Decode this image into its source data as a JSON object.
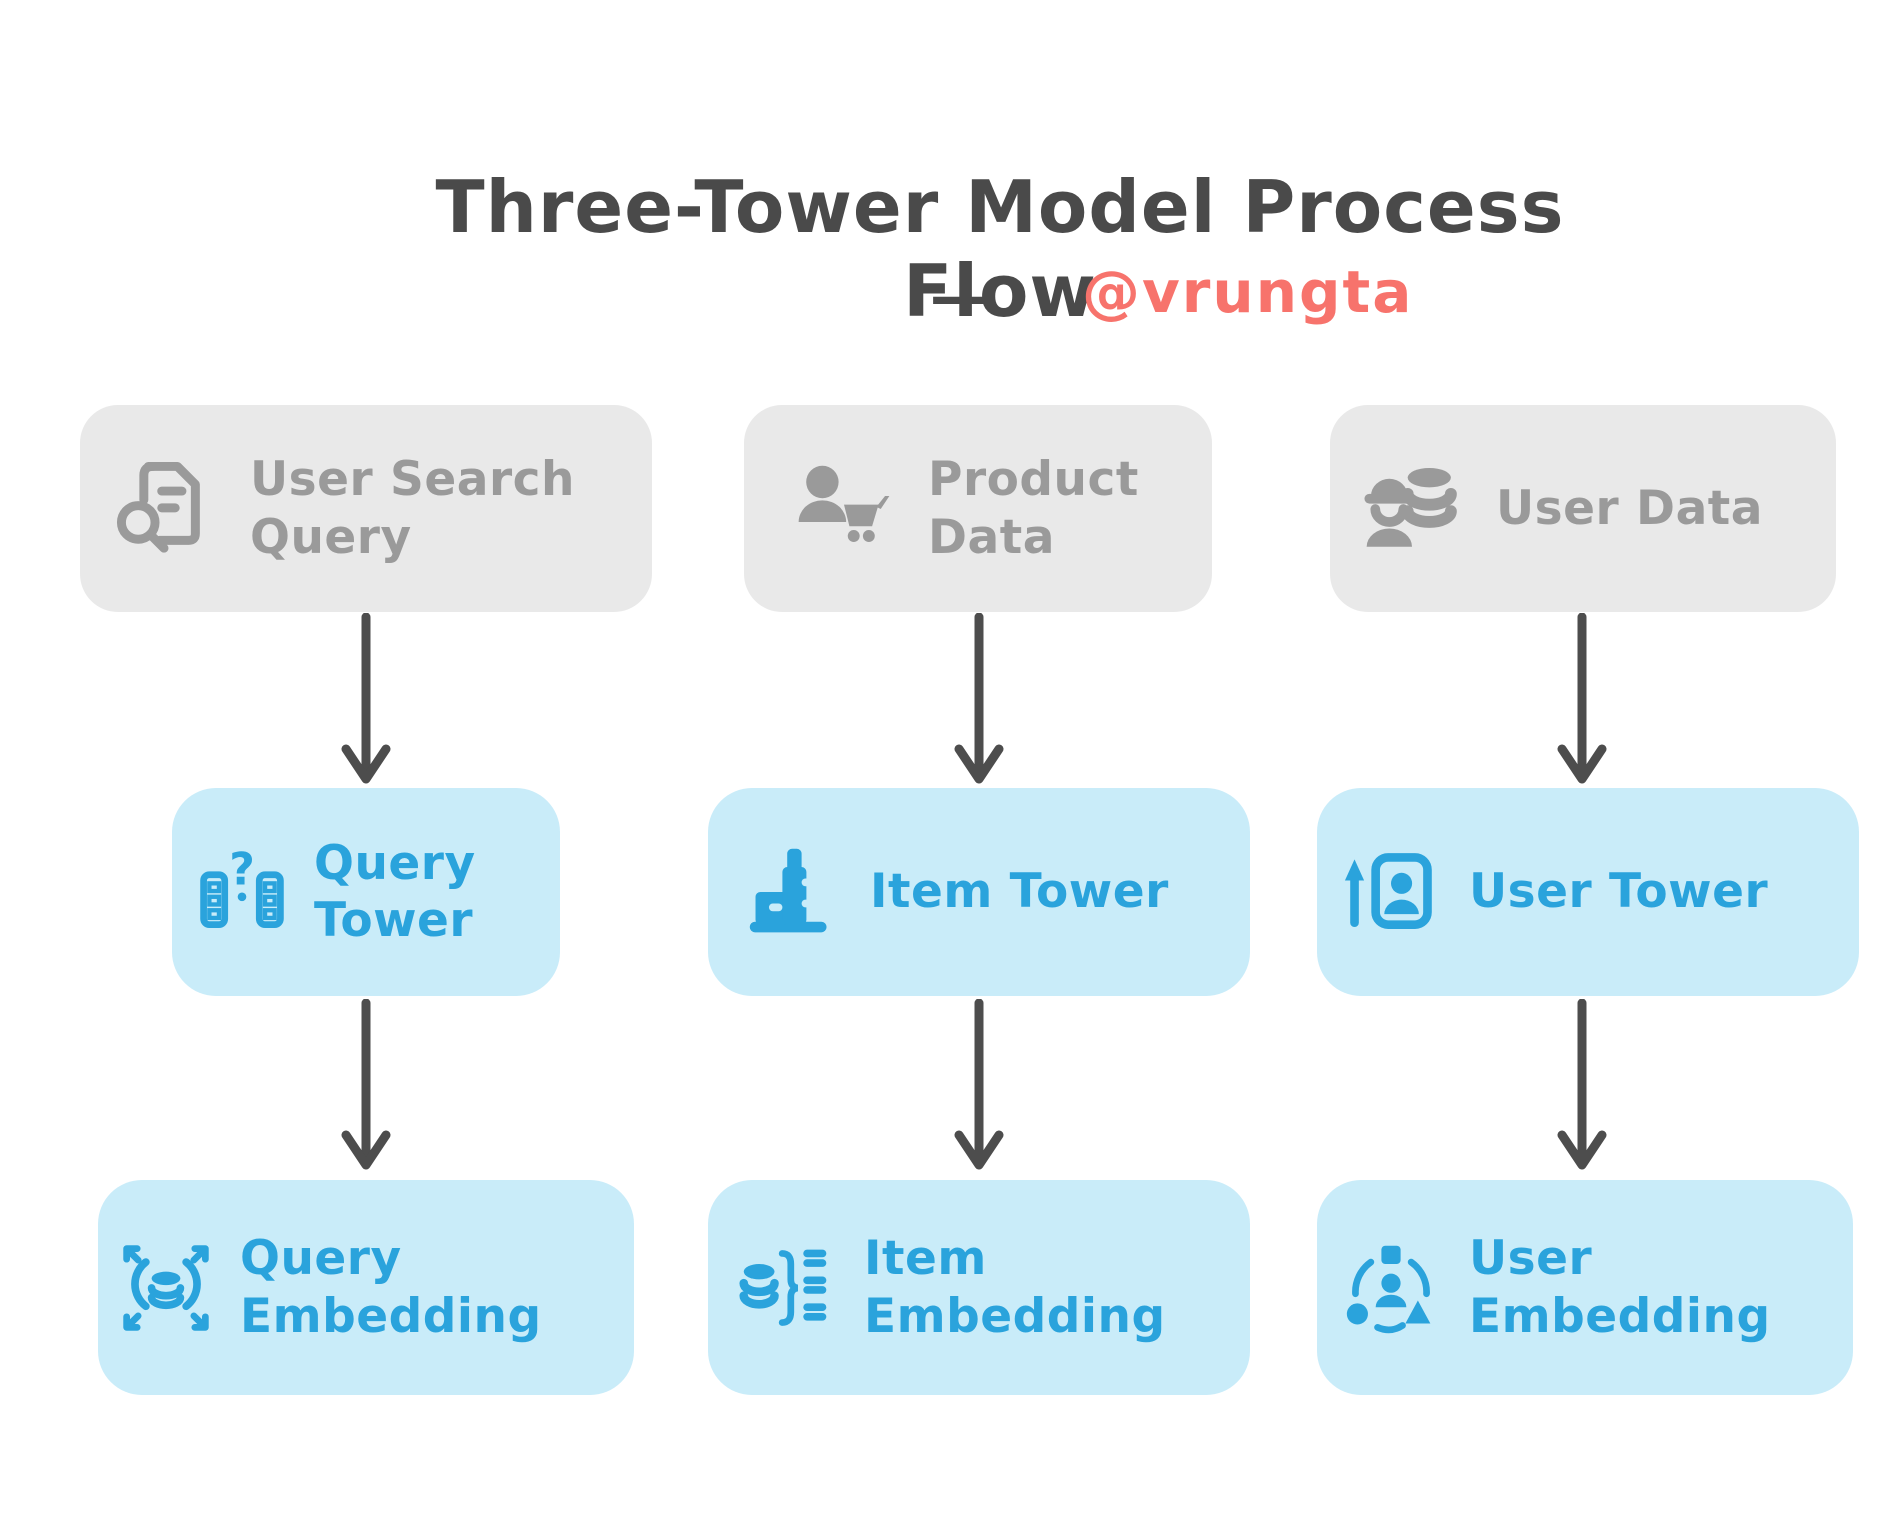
{
  "header": {
    "title": "Three-Tower Model Process Flow",
    "separator": "—",
    "author_handle": "@vrungta"
  },
  "colors": {
    "title": "#4A4A4A",
    "author_handle": "#F7736C",
    "input_box_background": "#E9E9E9",
    "input_box_foreground": "#9A9A9A",
    "process_box_background": "#C9ECF9",
    "process_box_foreground": "#2AA3DC",
    "arrow": "#4D4D4D"
  },
  "nodes": {
    "user_search_query": {
      "line1": "User Search",
      "line2": "Query",
      "icon": "document-search-icon",
      "kind": "input"
    },
    "product_data": {
      "line1": "Product",
      "line2": "Data",
      "icon": "person-cart-icon",
      "kind": "input"
    },
    "user_data": {
      "line1": "User Data",
      "icon": "person-database-icon",
      "kind": "input"
    },
    "query_tower": {
      "line1": "Query",
      "line2": "Tower",
      "icon": "query-tower-icon",
      "kind": "process"
    },
    "item_tower": {
      "line1": "Item Tower",
      "icon": "item-tower-icon",
      "kind": "process"
    },
    "user_tower": {
      "line1": "User Tower",
      "icon": "user-tower-icon",
      "kind": "process"
    },
    "query_embedding": {
      "line1": "Query",
      "line2": "Embedding",
      "icon": "query-embedding-icon",
      "kind": "output"
    },
    "item_embedding": {
      "line1": "Item",
      "line2": "Embedding",
      "icon": "item-embedding-icon",
      "kind": "output"
    },
    "user_embedding": {
      "line1": "User",
      "line2": "Embedding",
      "icon": "user-embedding-icon",
      "kind": "output"
    }
  },
  "edges": [
    {
      "from": "user_search_query",
      "to": "query_tower"
    },
    {
      "from": "product_data",
      "to": "item_tower"
    },
    {
      "from": "user_data",
      "to": "user_tower"
    },
    {
      "from": "query_tower",
      "to": "query_embedding"
    },
    {
      "from": "item_tower",
      "to": "item_embedding"
    },
    {
      "from": "user_tower",
      "to": "user_embedding"
    }
  ]
}
